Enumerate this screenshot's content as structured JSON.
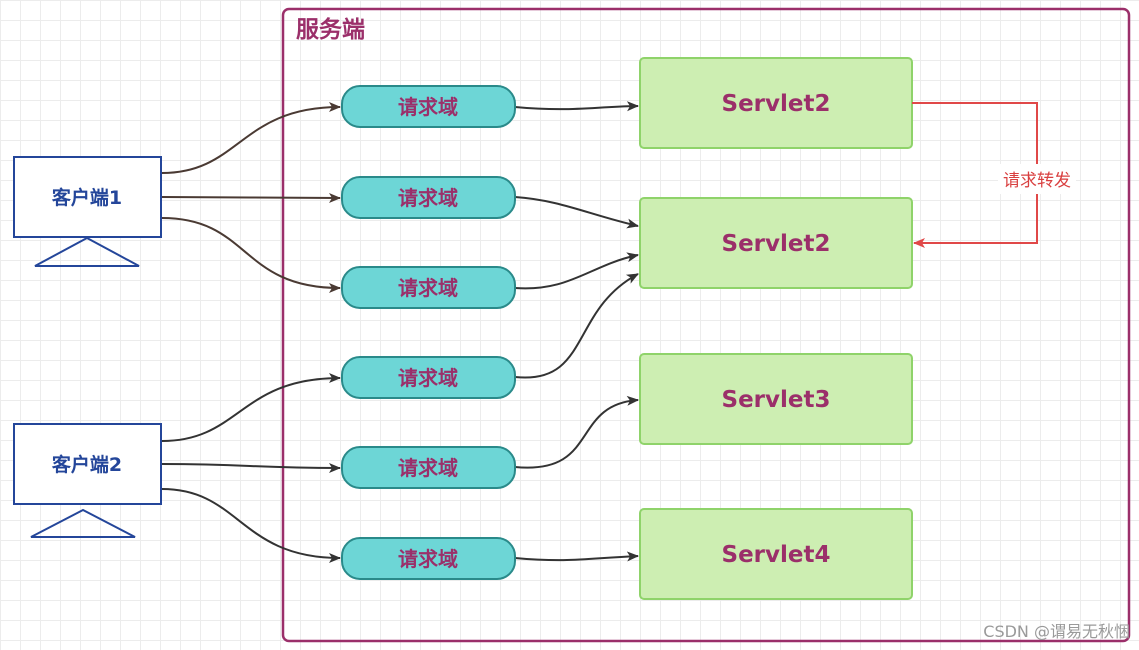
{
  "server": {
    "title": "服务端"
  },
  "clients": [
    {
      "label": "客户端1"
    },
    {
      "label": "客户端2"
    }
  ],
  "request_scopes": [
    {
      "label": "请求域"
    },
    {
      "label": "请求域"
    },
    {
      "label": "请求域"
    },
    {
      "label": "请求域"
    },
    {
      "label": "请求域"
    },
    {
      "label": "请求域"
    }
  ],
  "servlets": [
    {
      "label": "Servlet2"
    },
    {
      "label": "Servlet2"
    },
    {
      "label": "Servlet3"
    },
    {
      "label": "Servlet4"
    }
  ],
  "forward": {
    "label": "请求转发"
  },
  "watermark": "CSDN @谓易无秋悃",
  "colors": {
    "server_border": "#9b2f6a",
    "server_title": "#9b2f6a",
    "client_border": "#24469a",
    "client_text": "#24469a",
    "pill_fill": "#6dd6d6",
    "pill_border": "#2a8a8a",
    "pill_text": "#9b2f6a",
    "servlet_fill": "#cdeeb2",
    "servlet_border": "#8fd36a",
    "servlet_text": "#9b2f6a",
    "client_arrow": "#4a3a33",
    "scope_arrow": "#333333",
    "forward_arrow": "#e04848",
    "forward_text": "#d94040"
  }
}
